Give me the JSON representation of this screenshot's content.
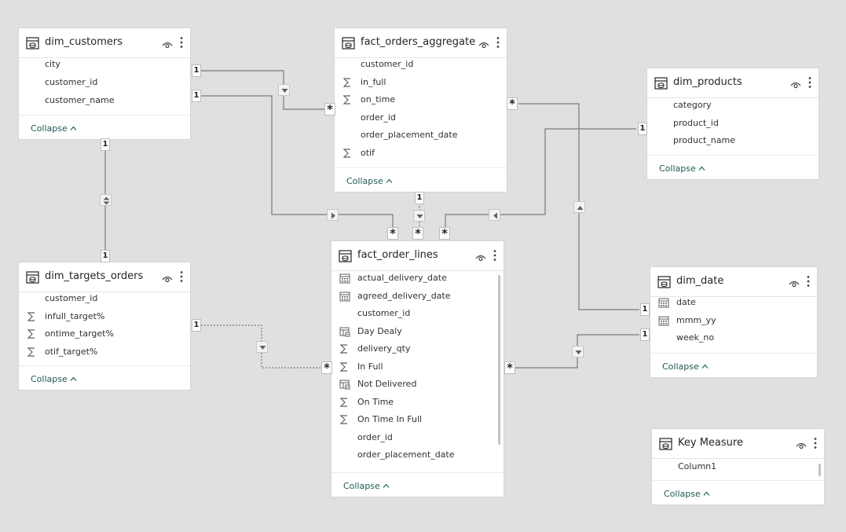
{
  "collapse_label": "Collapse",
  "tables": [
    {
      "id": "dim_customers",
      "title": "dim_customers",
      "fields": [
        {
          "label": "city",
          "icon": "none"
        },
        {
          "label": "customer_id",
          "icon": "none"
        },
        {
          "label": "customer_name",
          "icon": "none"
        }
      ]
    },
    {
      "id": "fact_orders_aggregate",
      "title": "fact_orders_aggregate",
      "fields": [
        {
          "label": "customer_id",
          "icon": "none"
        },
        {
          "label": "in_full",
          "icon": "sigma"
        },
        {
          "label": "on_time",
          "icon": "sigma"
        },
        {
          "label": "order_id",
          "icon": "none"
        },
        {
          "label": "order_placement_date",
          "icon": "none"
        },
        {
          "label": "otif",
          "icon": "sigma"
        }
      ]
    },
    {
      "id": "dim_products",
      "title": "dim_products",
      "fields": [
        {
          "label": "category",
          "icon": "none"
        },
        {
          "label": "product_id",
          "icon": "none"
        },
        {
          "label": "product_name",
          "icon": "none"
        }
      ]
    },
    {
      "id": "dim_targets_orders",
      "title": "dim_targets_orders",
      "fields": [
        {
          "label": "customer_id",
          "icon": "none"
        },
        {
          "label": "infull_target%",
          "icon": "sigma"
        },
        {
          "label": "ontime_target%",
          "icon": "sigma"
        },
        {
          "label": "otif_target%",
          "icon": "sigma"
        }
      ]
    },
    {
      "id": "fact_order_lines",
      "title": "fact_order_lines",
      "fields": [
        {
          "label": "actual_delivery_date",
          "icon": "calendar"
        },
        {
          "label": "agreed_delivery_date",
          "icon": "calendar"
        },
        {
          "label": "customer_id",
          "icon": "none"
        },
        {
          "label": "Day Dealy",
          "icon": "calc"
        },
        {
          "label": "delivery_qty",
          "icon": "sigma"
        },
        {
          "label": "In Full",
          "icon": "sigma"
        },
        {
          "label": "Not Delivered",
          "icon": "calc"
        },
        {
          "label": "On Time",
          "icon": "sigma"
        },
        {
          "label": "On Time In Full",
          "icon": "sigma"
        },
        {
          "label": "order_id",
          "icon": "none"
        },
        {
          "label": "order_placement_date",
          "icon": "none"
        }
      ]
    },
    {
      "id": "dim_date",
      "title": "dim_date",
      "fields": [
        {
          "label": "date",
          "icon": "calendar"
        },
        {
          "label": "mmm_yy",
          "icon": "calendar"
        },
        {
          "label": "week_no",
          "icon": "none"
        }
      ]
    },
    {
      "id": "key_measure",
      "title": "Key Measure",
      "fields": [
        {
          "label": "Column1",
          "icon": "none"
        }
      ]
    }
  ],
  "relationships": [
    {
      "from": "dim_customers.city",
      "to": "fact_orders_aggregate.customer_id",
      "from_card": "1",
      "to_card": "*",
      "active": true
    },
    {
      "from": "dim_customers.customer_id",
      "to": "fact_order_lines.customer_id",
      "from_card": "1",
      "to_card": "*",
      "active": true
    },
    {
      "from": "dim_customers",
      "to": "dim_targets_orders",
      "from_card": "1",
      "to_card": "1",
      "active": true
    },
    {
      "from": "fact_orders_aggregate",
      "to": "fact_order_lines",
      "from_card": "1",
      "to_card": "*",
      "active": false
    },
    {
      "from": "dim_products",
      "to": "fact_order_lines",
      "from_card": "1",
      "to_card": "*",
      "active": true
    },
    {
      "from": "fact_orders_aggregate",
      "to": "dim_date.date",
      "from_card": "*",
      "to_card": "1",
      "active": true
    },
    {
      "from": "dim_targets_orders",
      "to": "fact_order_lines",
      "from_card": "1",
      "to_card": "*",
      "active": false
    },
    {
      "from": "fact_order_lines",
      "to": "dim_date.mmm_yy",
      "from_card": "*",
      "to_card": "1",
      "active": true
    }
  ]
}
